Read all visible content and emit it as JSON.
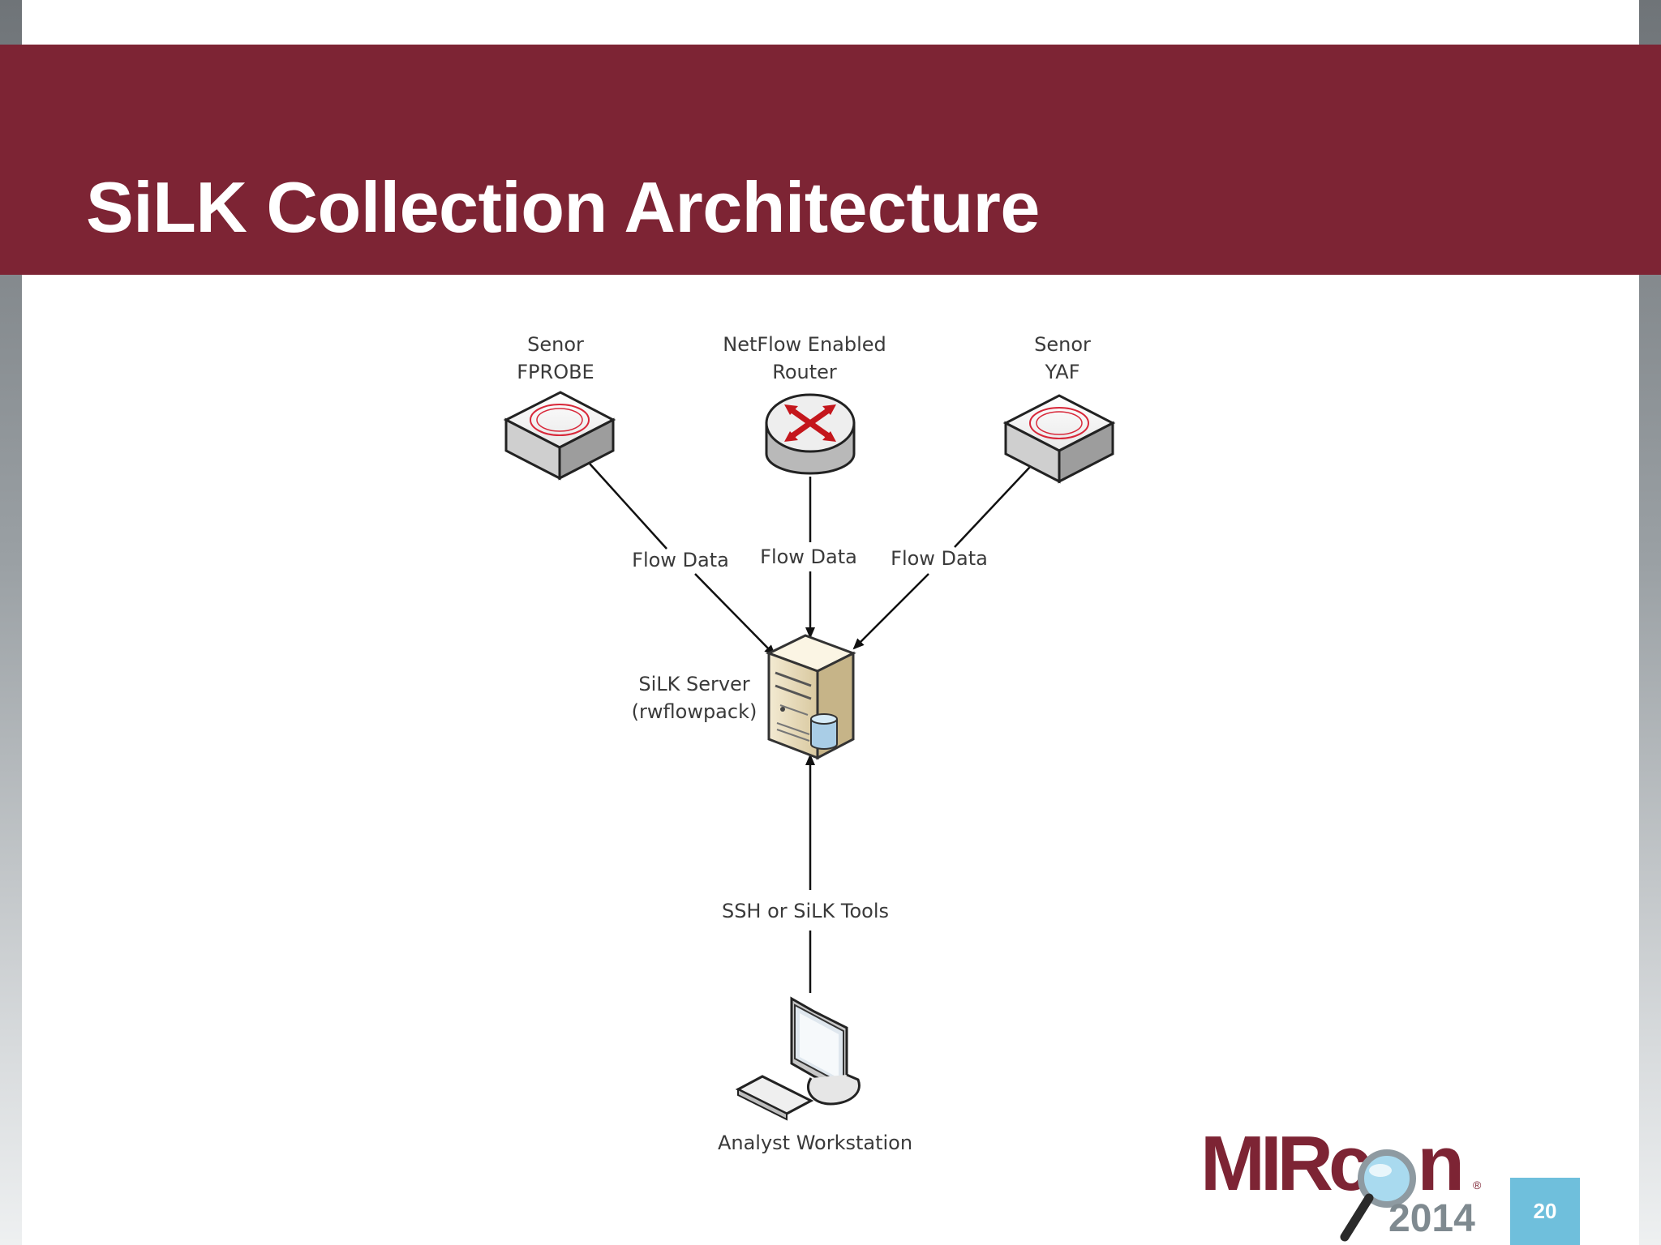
{
  "slide": {
    "title": "SiLK Collection Architecture",
    "page_number": "20"
  },
  "diagram": {
    "nodes": {
      "sensor_fprobe": {
        "line1": "Senor",
        "line2": "FPROBE"
      },
      "router": {
        "line1": "NetFlow Enabled",
        "line2": "Router"
      },
      "sensor_yaf": {
        "line1": "Senor",
        "line2": "YAF"
      },
      "silk_server": {
        "line1": "SiLK Server",
        "line2": "(rwflowpack)"
      },
      "workstation": {
        "label": "Analyst Workstation"
      }
    },
    "edges": {
      "fprobe_to_server": "Flow Data",
      "router_to_server": "Flow Data",
      "yaf_to_server": "Flow Data",
      "workstation_to_server": "SSH or SiLK Tools"
    }
  },
  "logo": {
    "mir": "MIRc",
    "on": "n",
    "year": "2014",
    "registered": "®"
  },
  "colors": {
    "brand_maroon": "#7d2434",
    "page_badge": "#6fbfdc",
    "router_arrows": "#c4161c"
  }
}
